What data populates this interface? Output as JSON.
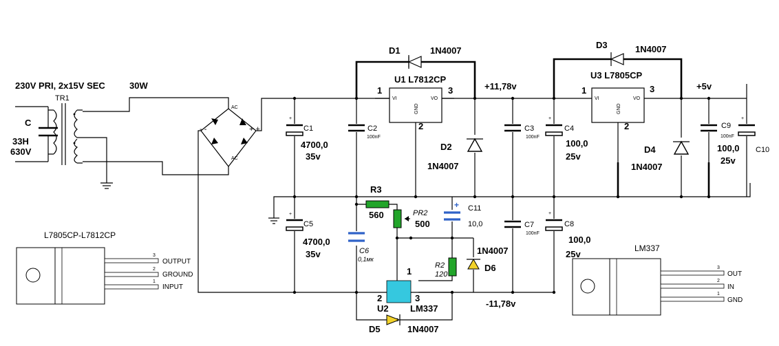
{
  "title": "230V PRI, 2x15V SEC",
  "power": "30W",
  "colors": {
    "resistor": "#22a52a",
    "cap_blue": "#2f62c8",
    "lm337": "#35c8df",
    "diode_yellow": "#f2d22a"
  },
  "transformer": {
    "ref": "TR1"
  },
  "input_cap": {
    "ref": "C",
    "value": "33H",
    "voltage": "630V"
  },
  "bridge": {
    "ac1": "AC",
    "ac2": "AC",
    "minus": "- -",
    "plus": "+ +"
  },
  "c1": {
    "ref": "C1",
    "value": "4700,0",
    "voltage": "35v"
  },
  "c2": {
    "ref": "C2",
    "value": "100nF"
  },
  "c3": {
    "ref": "C3",
    "value": "100nF"
  },
  "c4": {
    "ref": "C4",
    "value": "100,0",
    "voltage": "25v"
  },
  "c5": {
    "ref": "C5",
    "value": "4700,0",
    "voltage": "35v"
  },
  "c6": {
    "ref": "C6",
    "value": "0,1мк"
  },
  "c7": {
    "ref": "C7",
    "value": "100nF"
  },
  "c8": {
    "ref": "C8",
    "value": "100,0",
    "voltage": "25v"
  },
  "c9": {
    "ref": "C9",
    "value": "100nF",
    "value2": "100,0",
    "voltage": "25v"
  },
  "c10": {
    "ref": "C10"
  },
  "c11": {
    "ref": "C11",
    "value": "10,0",
    "plus": "+"
  },
  "d1": {
    "ref": "D1",
    "part": "1N4007"
  },
  "d2": {
    "ref": "D2",
    "part": "1N4007"
  },
  "d3": {
    "ref": "D3",
    "part": "1N4007"
  },
  "d4": {
    "ref": "D4",
    "part": "1N4007"
  },
  "d5": {
    "ref": "D5",
    "part": "1N4007"
  },
  "d6": {
    "ref": "D6",
    "part": "1N4007"
  },
  "u1": {
    "ref": "U1 L7812CP",
    "pin_vi": "VI",
    "pin_vo": "VO",
    "pin_gnd": "GND",
    "p1": "1",
    "p2": "2",
    "p3": "3"
  },
  "u3": {
    "ref": "U3 L7805CP",
    "pin_vi": "VI",
    "pin_vo": "VO",
    "pin_gnd": "GND",
    "p1": "1",
    "p2": "2",
    "p3": "3"
  },
  "u2": {
    "ref": "U2",
    "part": "LM337",
    "p1": "1",
    "p2": "2",
    "p3": "3"
  },
  "r3": {
    "ref": "R3",
    "value": "560"
  },
  "pr2": {
    "ref": "PR2",
    "value": "500"
  },
  "r2": {
    "ref": "R2",
    "value": "120"
  },
  "rails": {
    "v12": "+11,78v",
    "v5": "+5v",
    "vneg": "-11,78v"
  },
  "pkg1": {
    "title": "L7805CP-L7812CP",
    "n3": "3",
    "n2": "2",
    "n1": "1",
    "pin3": "OUTPUT",
    "pin2": "GROUND",
    "pin1": "INPUT"
  },
  "pkg2": {
    "title": "LM337",
    "n3": "3",
    "n2": "2",
    "n1": "1",
    "pin3": "OUT",
    "pin2": "IN",
    "pin1": "GND"
  }
}
